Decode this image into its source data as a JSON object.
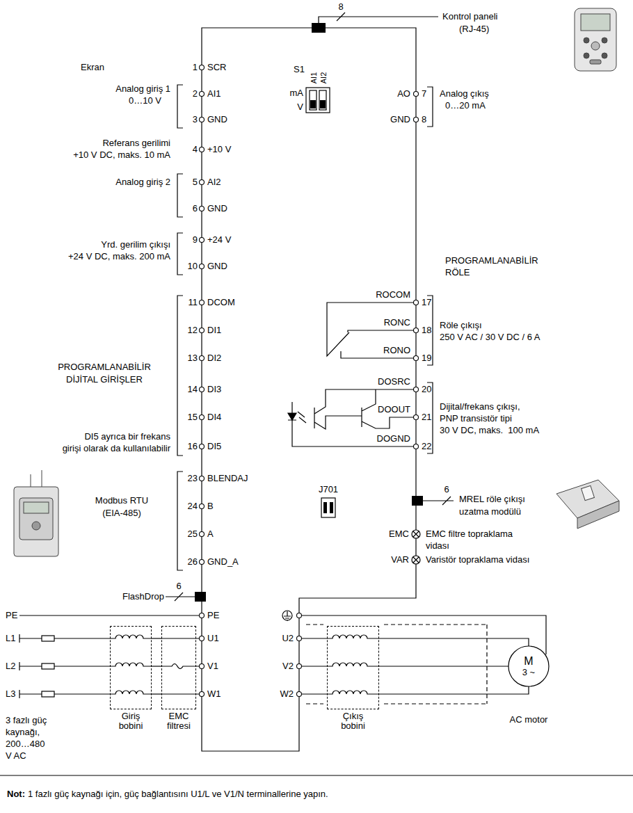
{
  "diagram": {
    "nodes": [
      {
        "text": [
          "Giriş bobini"
        ]
      },
      {
        "text": [
          "EMC filtresi"
        ]
      },
      {
        "text": [
          "Çıkış bobini"
        ]
      },
      {
        "text": [
          "M",
          "3 ~"
        ]
      }
    ],
    "edges": [
      {
        "from": 0,
        "to": 1,
        "arrow": "none"
      },
      {
        "from": 0,
        "to": 1,
        "arrow": "none"
      },
      {
        "from": 0,
        "to": 1,
        "arrow": "none"
      },
      {
        "from": 2,
        "to": 3,
        "arrow": "none"
      },
      {
        "from": 2,
        "to": 3,
        "arrow": "none"
      },
      {
        "from": 2,
        "to": 3,
        "arrow": "none"
      }
    ],
    "labels": [
      "8",
      "Kontrol paneli",
      "(RJ-45)",
      "Ekran",
      "1",
      "SCR",
      "2",
      "AI1",
      "3",
      "GND",
      "4",
      "+10 V",
      "5",
      "AI2",
      "6",
      "GND",
      "9",
      "+24 V",
      "10",
      "GND",
      "11",
      "DCOM",
      "12",
      "DI1",
      "13",
      "DI2",
      "14",
      "DI3",
      "15",
      "DI4",
      "16",
      "DI5",
      "23",
      "BLENDAJ",
      "24",
      "B",
      "25",
      "A",
      "26",
      "GND_A",
      "PE",
      "U1",
      "V1",
      "W1",
      "Analog giriş 1",
      "0…10 V",
      "Referans gerilimi",
      "+10 V DC, maks. 10 mA",
      "Analog giriş 2",
      "Yrd. gerilim çıkışı",
      "+24 V DC, maks. 200 mA",
      "PROGRAMLANABİLİR",
      "DİJİTAL GİRİŞLER",
      "DI5 ayrıca bir frekans",
      "girişi olarak da kullanılabilir",
      "Modbus RTU",
      "(EIA-485)",
      "6",
      "FlashDrop",
      "PE",
      "L1",
      "L2",
      "L3",
      "3 fazlı güç",
      "kaynağı,",
      "200…480",
      "V AC",
      "S1",
      "mA",
      "V",
      "AI1",
      "AI2",
      "J701",
      "AO",
      "7",
      "GND",
      "8",
      "ROCOM",
      "17",
      "RONC",
      "18",
      "RONO",
      "19",
      "DOSRC",
      "20",
      "DOOUT",
      "21",
      "DOGND",
      "22",
      "EMC",
      "VAR",
      "U2",
      "V2",
      "W2",
      "Analog çıkış",
      "0…20 mA",
      "PROGRAMLANABİLİR",
      "RÖLE",
      "Röle çıkışı",
      "250 V AC / 30 V DC / 6 A",
      "Dijital/frekans çıkışı,",
      "PNP transistör tipi",
      "30 V DC, maks.  100 mA",
      "6",
      "MREL röle çıkışı",
      "uzatma modülü",
      "EMC filtre topraklama",
      "vidası",
      "Varistör topraklama vidası",
      "AC motor",
      "Not:",
      "1 fazlı güç kaynağı için, güç bağlantısını U1/L ve V1/N terminallerine yapın."
    ]
  }
}
